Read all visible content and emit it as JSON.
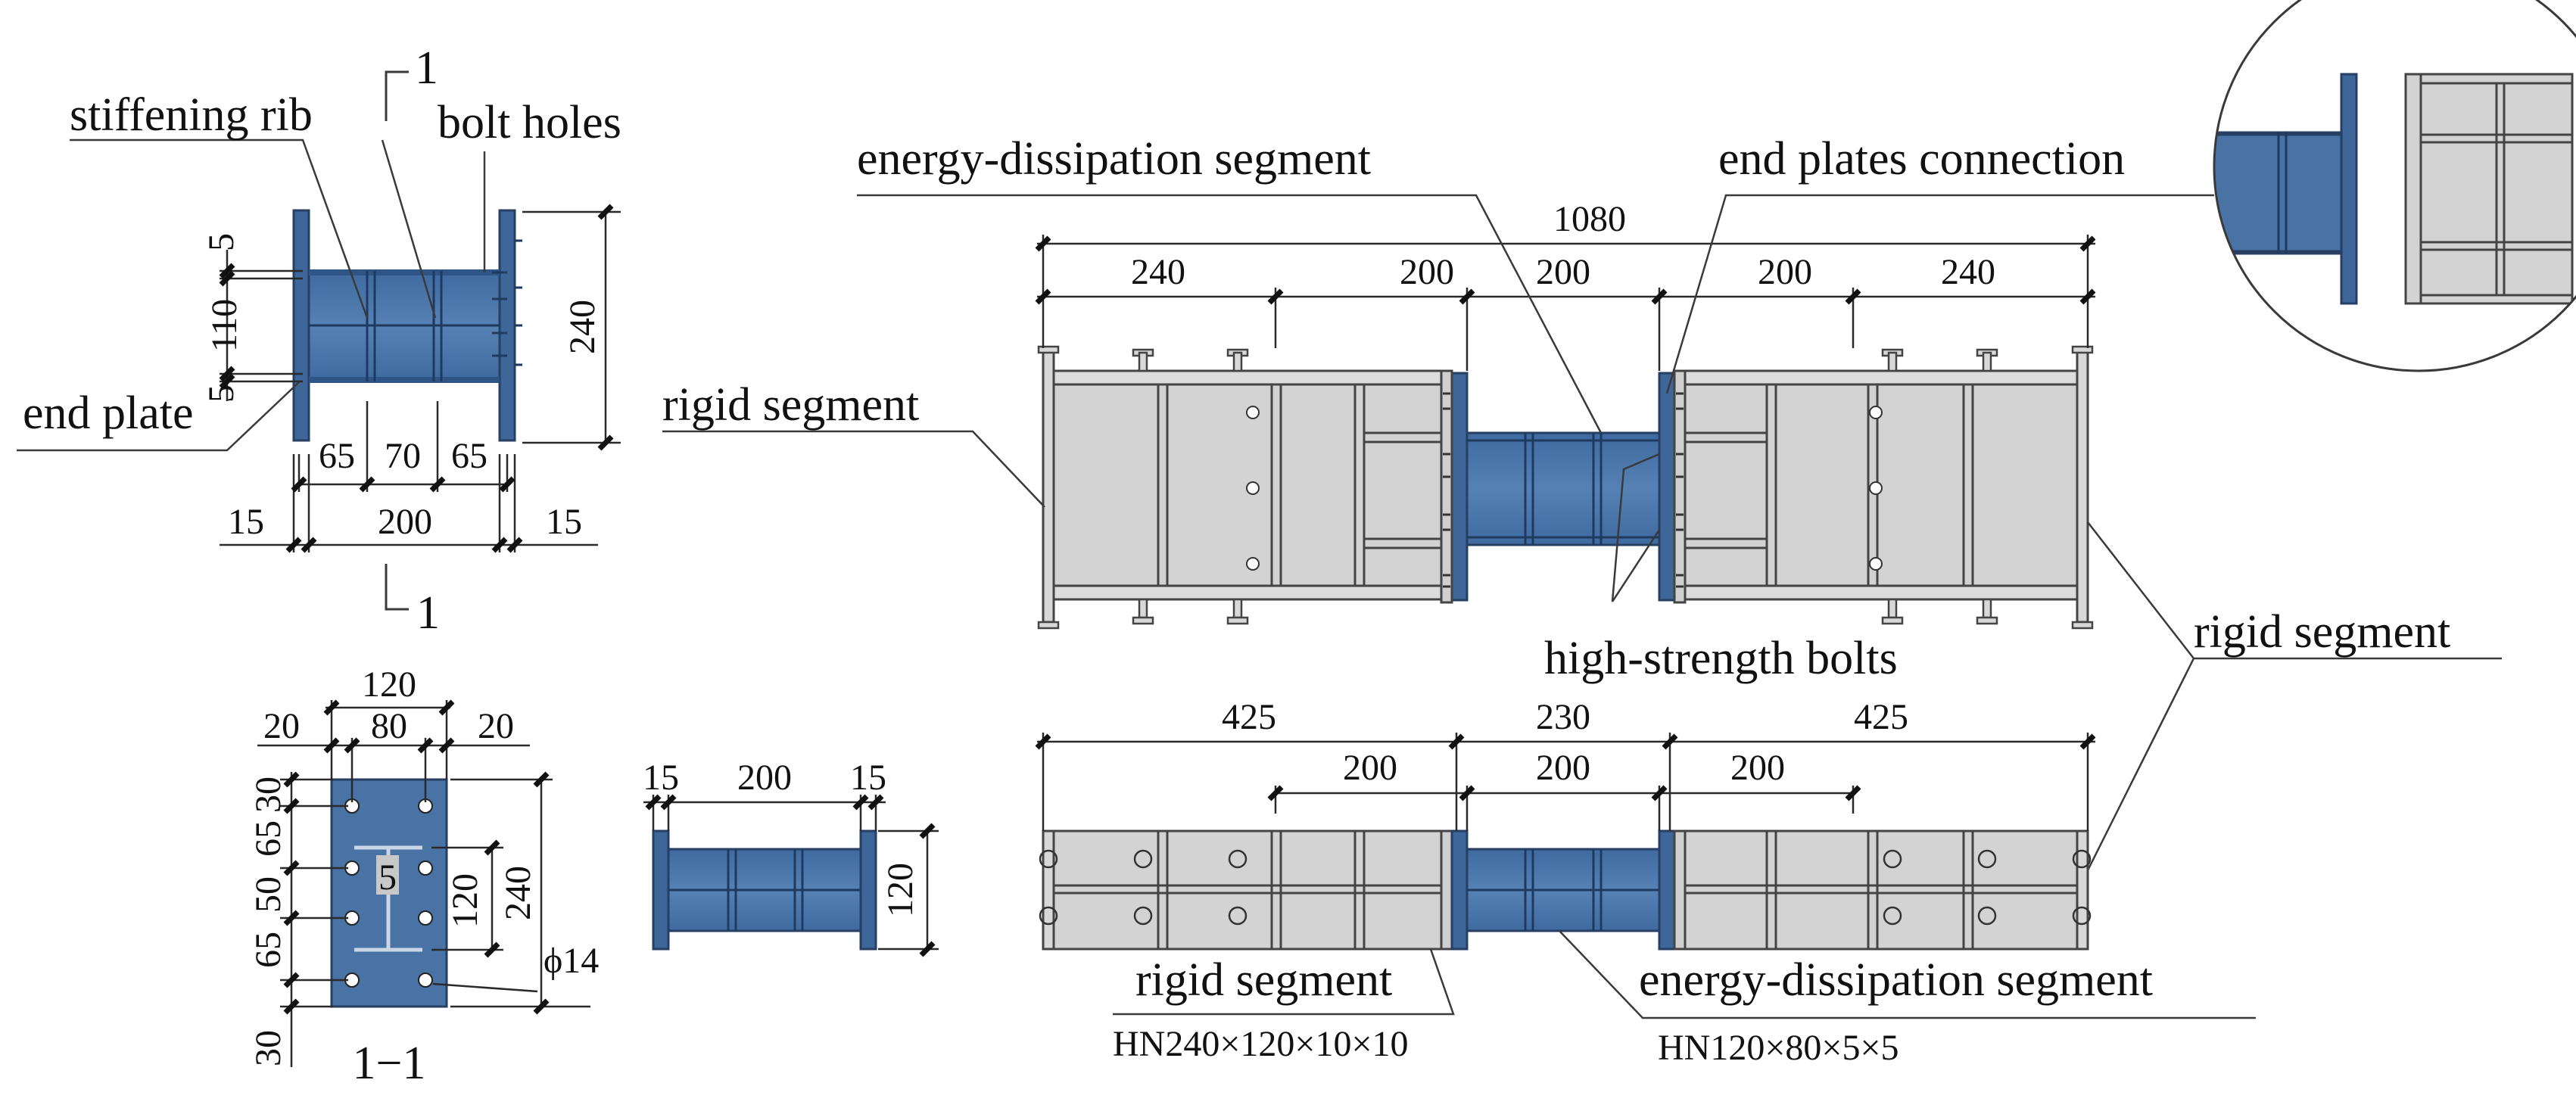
{
  "colors": {
    "steel_blue": "#4a73a5",
    "steel_blue_dark": "#2f5486",
    "rigid_gray": "#d3d3d3",
    "line": "#3a3a3a"
  },
  "labels": {
    "stiffening_rib": "stiffening rib",
    "bolt_holes": "bolt holes",
    "end_plate": "end plate",
    "energy_dissipation_segment": "energy-dissipation segment",
    "end_plates_connection": "end plates connection",
    "rigid_segment": "rigid segment",
    "high_strength_bolts": "high-strength bolts",
    "section_mark": "1",
    "section_title": "1−1",
    "rigid_section_spec": "HN240×120×10×10",
    "energy_section_spec": "HN120×80×5×5"
  },
  "dims": {
    "detail_top": {
      "d5a": "5",
      "d110": "110",
      "d5b": "5",
      "d240": "240",
      "d65a": "65",
      "d70": "70",
      "d65b": "65",
      "d15a": "15",
      "d200": "200",
      "d15b": "15"
    },
    "section": {
      "d120": "120",
      "d20a": "20",
      "d80": "80",
      "d20b": "20",
      "d30a": "30",
      "d65a": "65",
      "d50": "50",
      "d65b": "65",
      "d30b": "30",
      "d120v": "120",
      "d240v": "240",
      "phi": "ϕ14",
      "web": "5"
    },
    "plan_small": {
      "d15a": "15",
      "d200": "200",
      "d15b": "15",
      "d120": "120"
    },
    "elevation": {
      "total": "1080",
      "a": "240",
      "b": "200",
      "c": "200",
      "d": "200",
      "e": "240"
    },
    "plan": {
      "a": "425",
      "b": "230",
      "c": "425",
      "d": "200",
      "e": "200",
      "f": "200"
    }
  }
}
